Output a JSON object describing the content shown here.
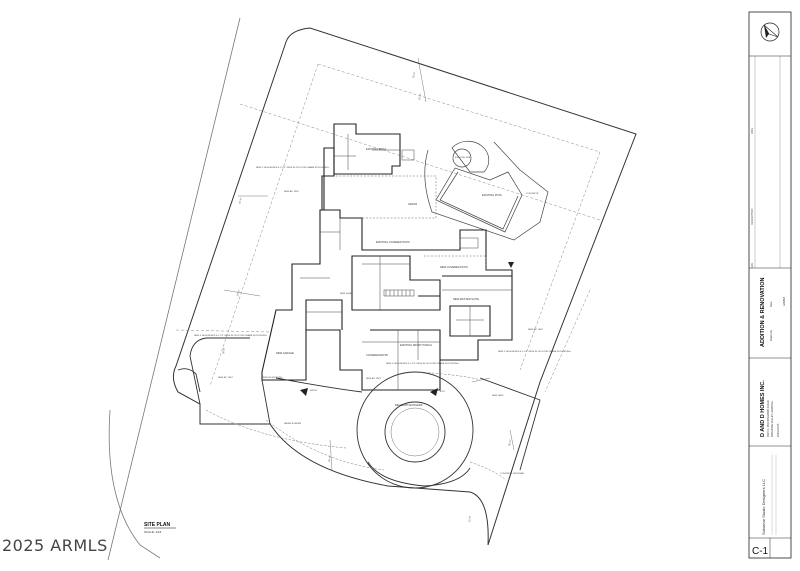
{
  "drawing": {
    "title": "SITE PLAN",
    "scale": "SCALE: 1/16",
    "labels": {
      "existing_patio": "EXISTING PATIO",
      "existing_spa": "EXISTING SPA",
      "existing_pool": "EXISTING POOL",
      "concrete": "CONCRETE",
      "grass": "GRASS",
      "existing_covered_patio": "EXISTING COVERED PATIO",
      "new_covered_patio": "NEW COVERED PATIO",
      "new_master_suite": "NEW MASTER SUITE",
      "new_garage": "NEW GARAGE",
      "covered_entry": "COVERED ENTRY",
      "existing_front_porch": "EXISTING FRONT PORCH",
      "decorative_pavers": "DECORATIVE PAVERS",
      "paver_border": "PAVER BORDER",
      "concrete_driveway": "CONCRETE DRIVEWAY",
      "new_a_c_unit_1": "NEW A/C UNIT",
      "new_a_c_unit_2": "NEW A/C UNIT",
      "new_a_c_unit_3": "NEW A/C UNIT",
      "new_a_c_unit_4": "NEW A/C UNIT",
      "new_gate": "NEW GATE",
      "new_slab": "NEW SLAB",
      "new_fence_left": "NEW 6' HIGH FENCE & 1-1/2\" WIDE IN 2X4 STUD FRAME WITH SIDING",
      "new_fence_top": "NEW 6' HIGH FENCE & 1-1/2\" WIDE IN 2X4 STUD FRAME WITH SIDING",
      "new_fence_right": "NEW 6' HIGH FENCE & 1-1/2\" WIDE IN 2X4 STUD FRAME WITH SIDING",
      "new_fence_center": "NEW 6' HIGH FENCE & 1-1/2\" WIDE IN 2X4 STUD FRAME WITH SIDING",
      "remove_existing": "REMOVE EXISTING",
      "entry": "ENTRY",
      "exit": "EXIT",
      "setback_1": "20'-0\"",
      "setback_2": "20'-0\"",
      "setback_3": "10'-0\"",
      "setback_4": "10'-0\"",
      "setback_5": "35'-0\"",
      "setback_6": "40'-0\"",
      "setback_7": "30'-0\"",
      "setback_8": "15'-0\""
    },
    "watermark": "2025 ARMLS"
  },
  "title_block": {
    "project_title": "ADDITION & RENOVATION",
    "company": "D AND D HOMES INC.",
    "address_line1": "9915 N. MOCKINGBIRD ROAD",
    "address_line2": "PARADISE VALLEY, ARIZONA",
    "drawn_by_label": "Drawn by",
    "date_label": "Date",
    "drawn_by": "GM/BM",
    "description_label": "DESCRIPTION",
    "date_col_label": "DATE",
    "rev_label": "REV.",
    "sheet_number": "C-1",
    "design_firm": "Sukumar Studio Designers LLC",
    "project_number": "2023-03-05"
  }
}
